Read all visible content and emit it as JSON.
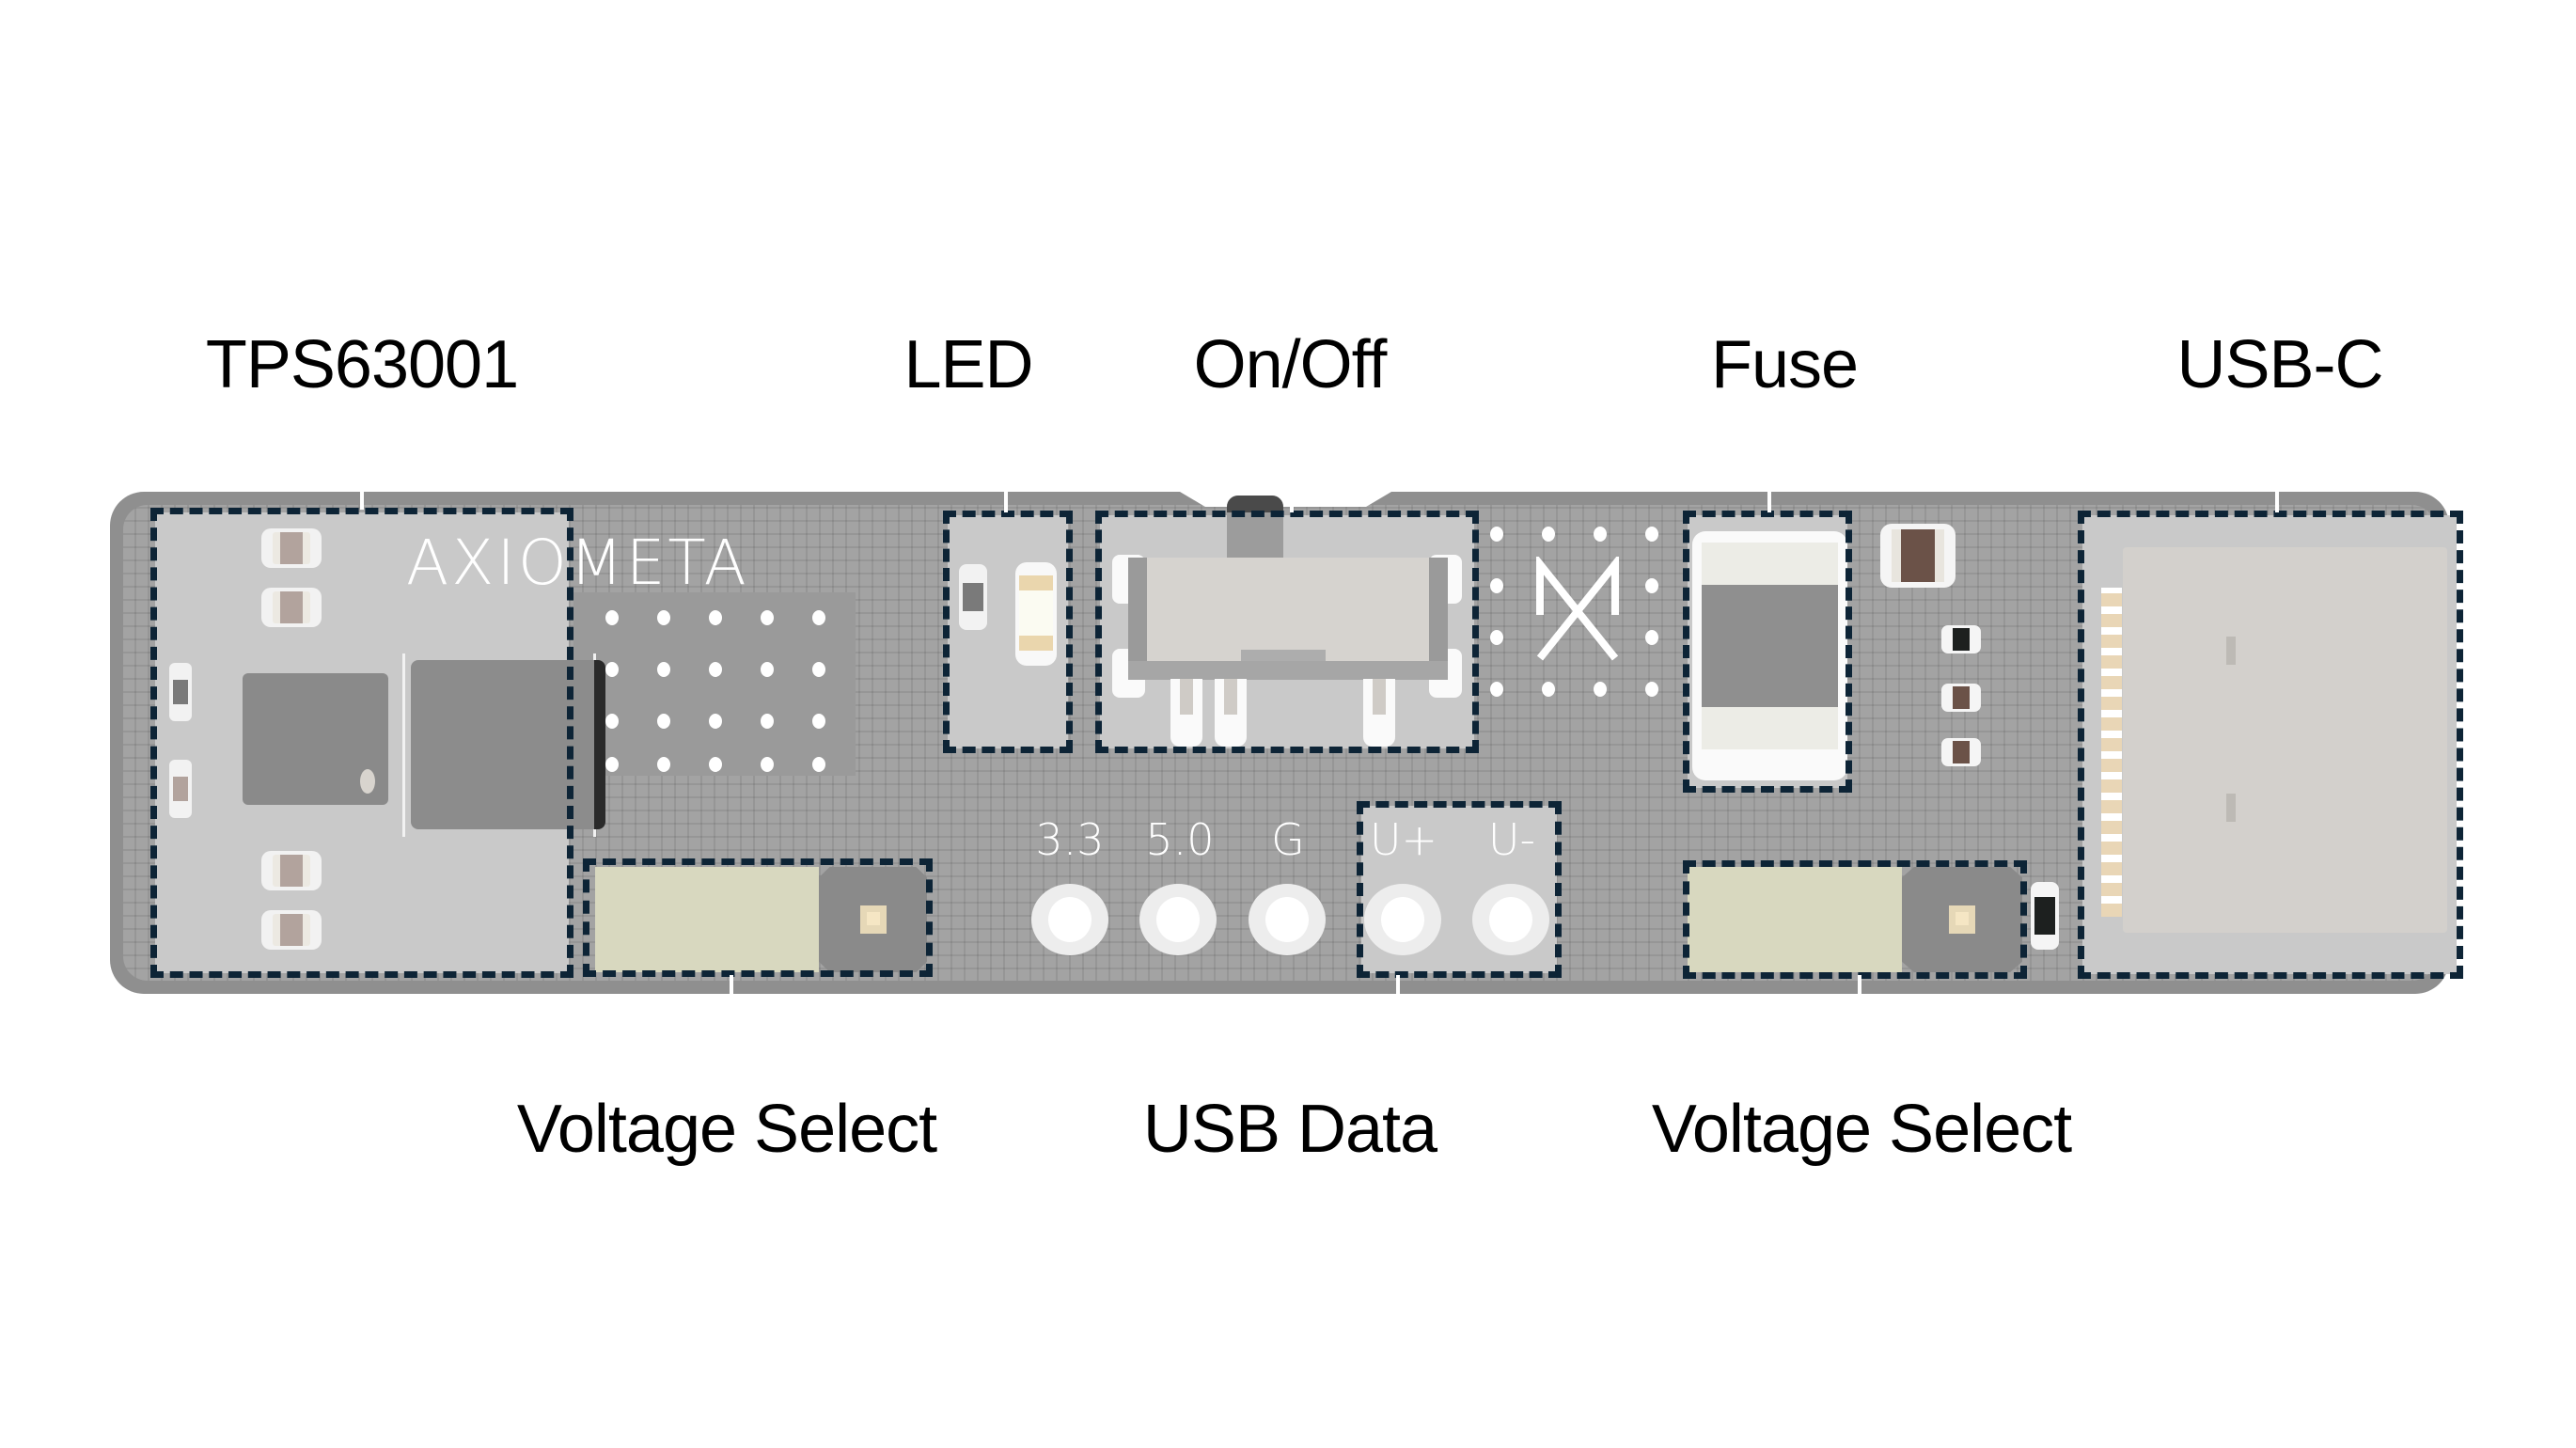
{
  "title": "AXIOMETA USB-C power board component diagram",
  "labels_top": [
    {
      "id": "tps63001",
      "text": "TPS63001"
    },
    {
      "id": "led",
      "text": "LED"
    },
    {
      "id": "on-off",
      "text": "On/Off"
    },
    {
      "id": "fuse",
      "text": "Fuse"
    },
    {
      "id": "usb-c",
      "text": "USB-C"
    }
  ],
  "labels_bottom": [
    {
      "id": "voltage-select-1",
      "text": "Voltage Select"
    },
    {
      "id": "usb-data",
      "text": "USB Data"
    },
    {
      "id": "voltage-select-2",
      "text": "Voltage Select"
    }
  ],
  "board": {
    "logo_text": "AXIOMETA",
    "logo_mark": "M",
    "pins": [
      {
        "id": "3v3",
        "text": "3.3"
      },
      {
        "id": "5v0",
        "text": "5.0"
      },
      {
        "id": "gnd",
        "text": "G"
      },
      {
        "id": "usb-plus",
        "text": "U+"
      },
      {
        "id": "usb-minus",
        "text": "U-"
      }
    ]
  },
  "colors": {
    "board": "#a3a3a3",
    "board_edge": "#8f8f8f",
    "callout_dash": "#0d2436",
    "jumper": "#d8d8bf",
    "background": "#ffffff"
  }
}
